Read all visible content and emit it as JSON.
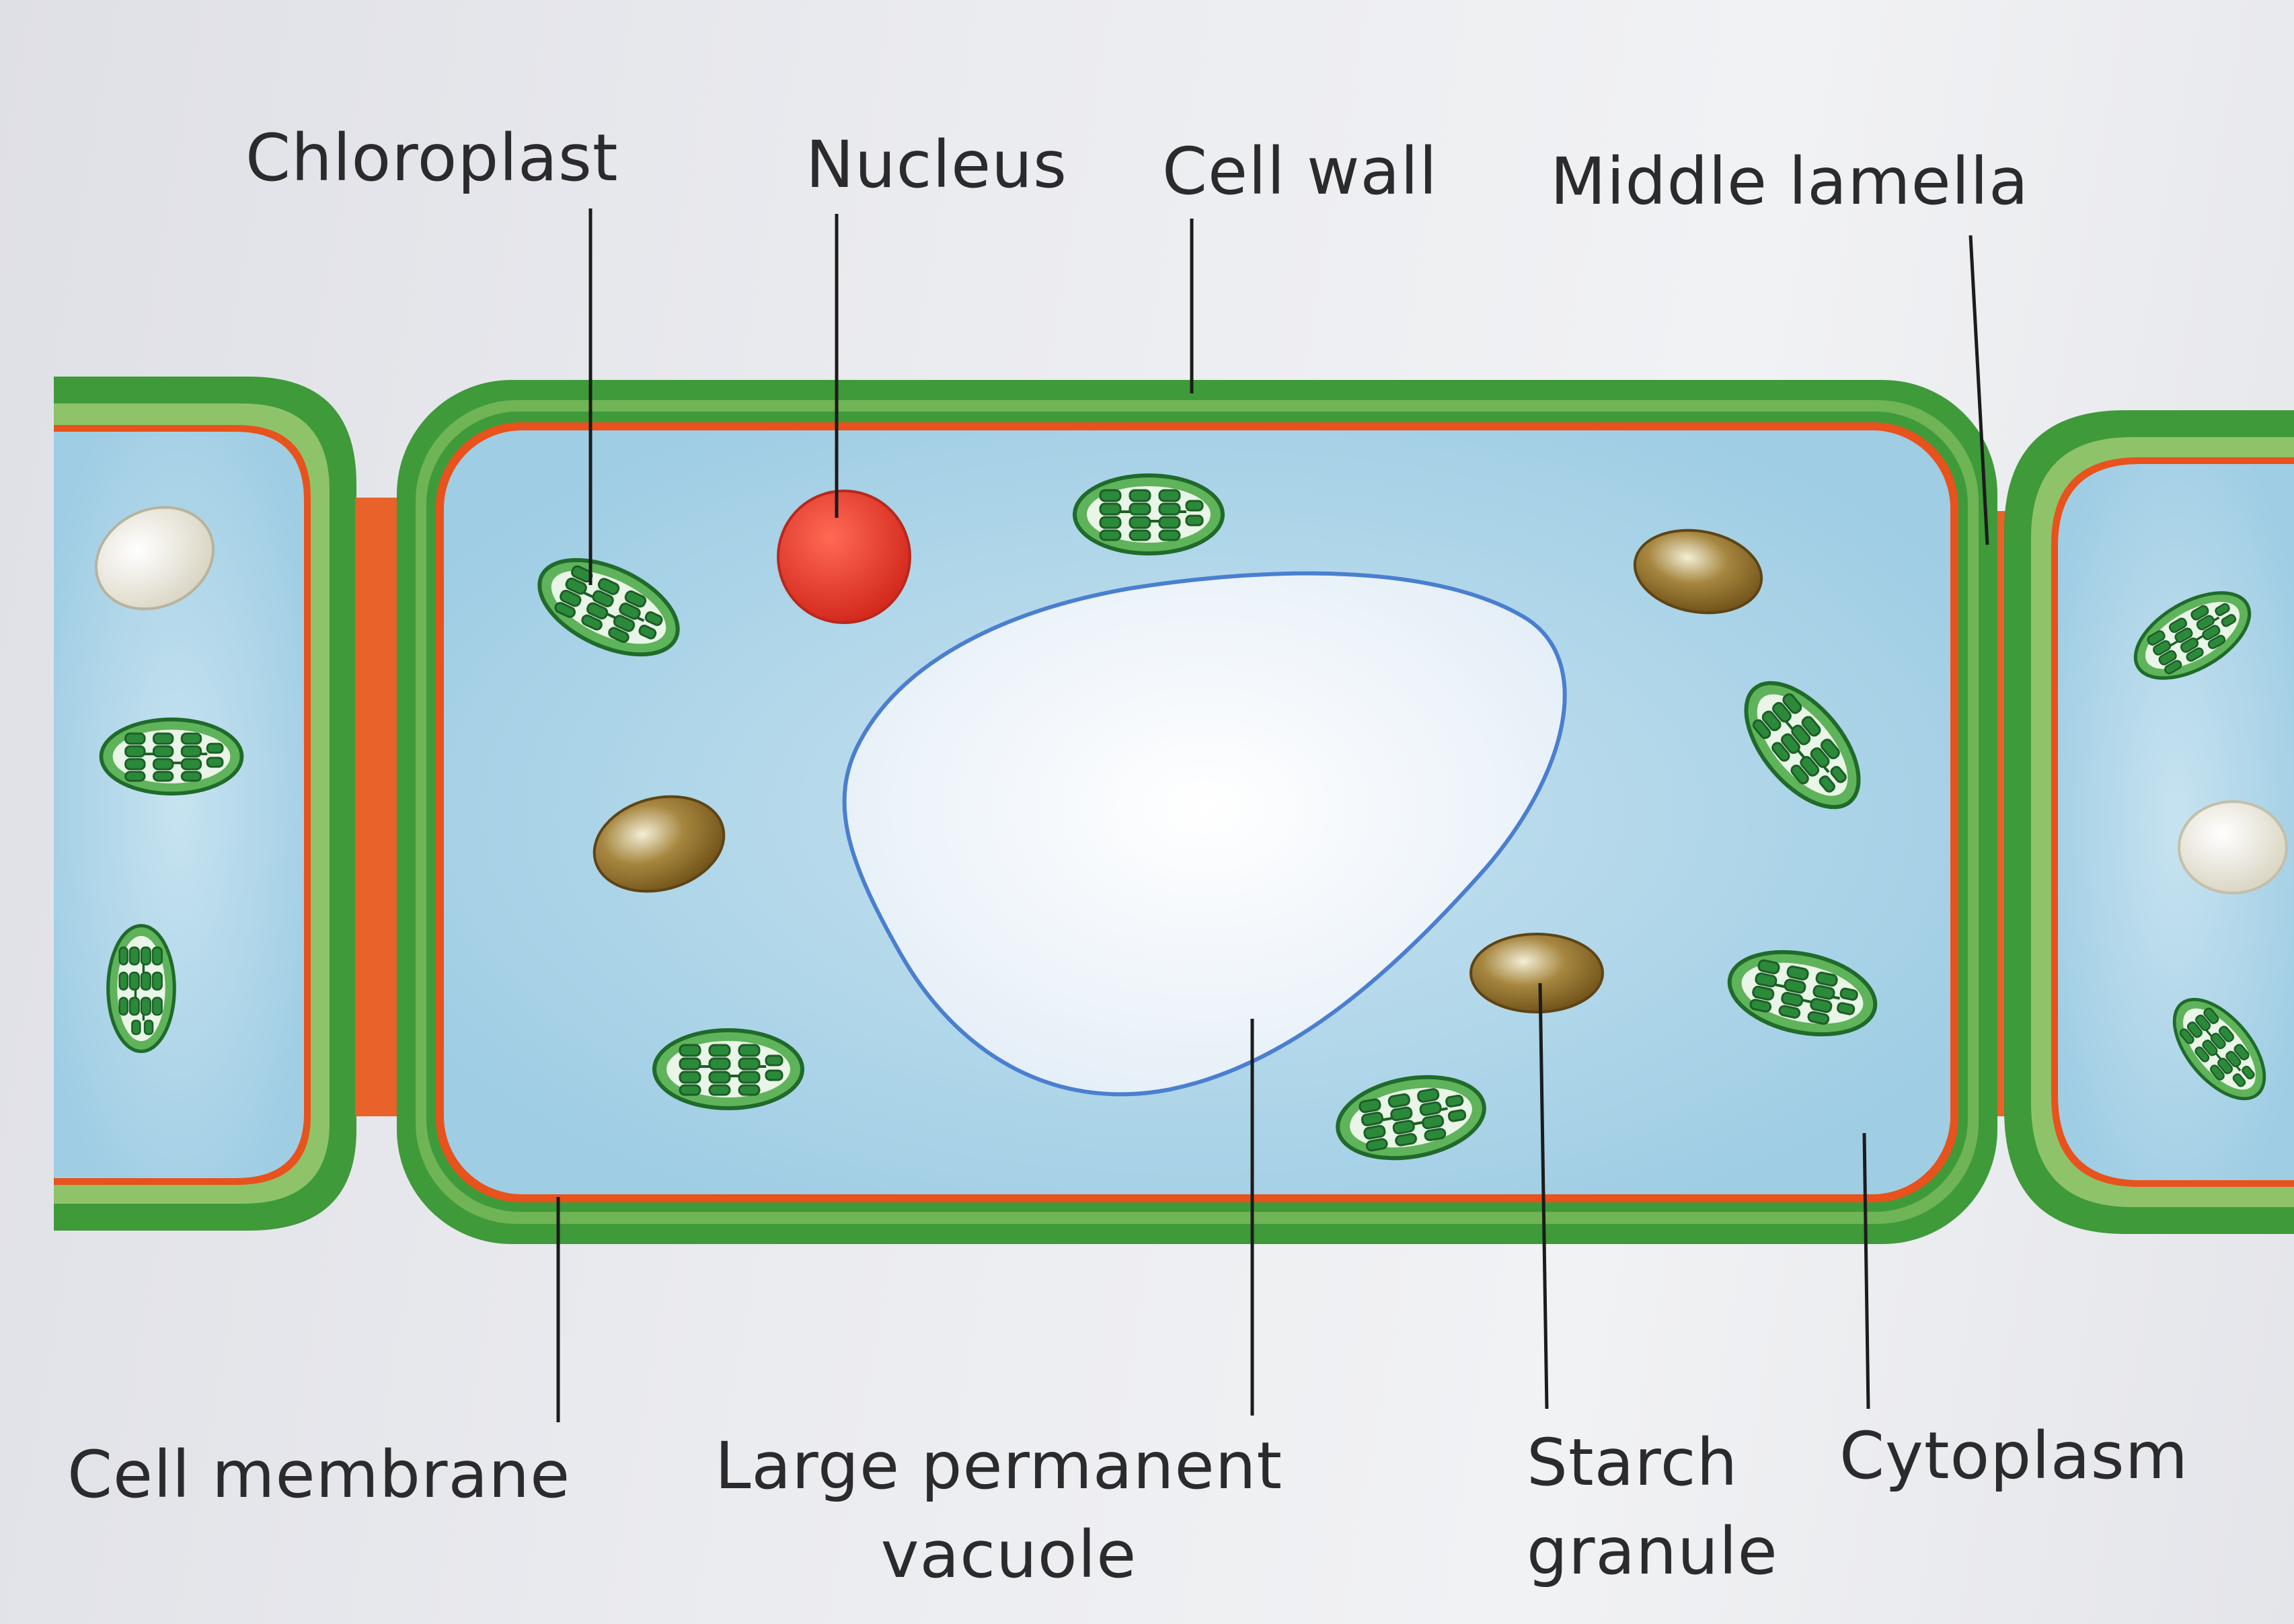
{
  "labels": {
    "chloroplast": "Chloroplast",
    "nucleus": "Nucleus",
    "cell_wall": "Cell wall",
    "middle_lamella": "Middle lamella",
    "cell_membrane": "Cell membrane",
    "vacuole_line1": "Large permanent",
    "vacuole_line2": "vacuole",
    "starch_line1": "Starch",
    "starch_line2": "granule",
    "cytoplasm": "Cytoplasm"
  },
  "colors": {
    "cell_wall": "#3f9a3a",
    "cell_membrane": "#e8521c",
    "middle_lamella": "#e8622a",
    "cytoplasm": "#a9d4e8",
    "vacuole": "#f4f7fb",
    "tonoplast": "#4a7fd0",
    "nucleus": "#e03a2c",
    "chloroplast": "#2e8c3c",
    "starch_granule": "#8a6a2a"
  }
}
